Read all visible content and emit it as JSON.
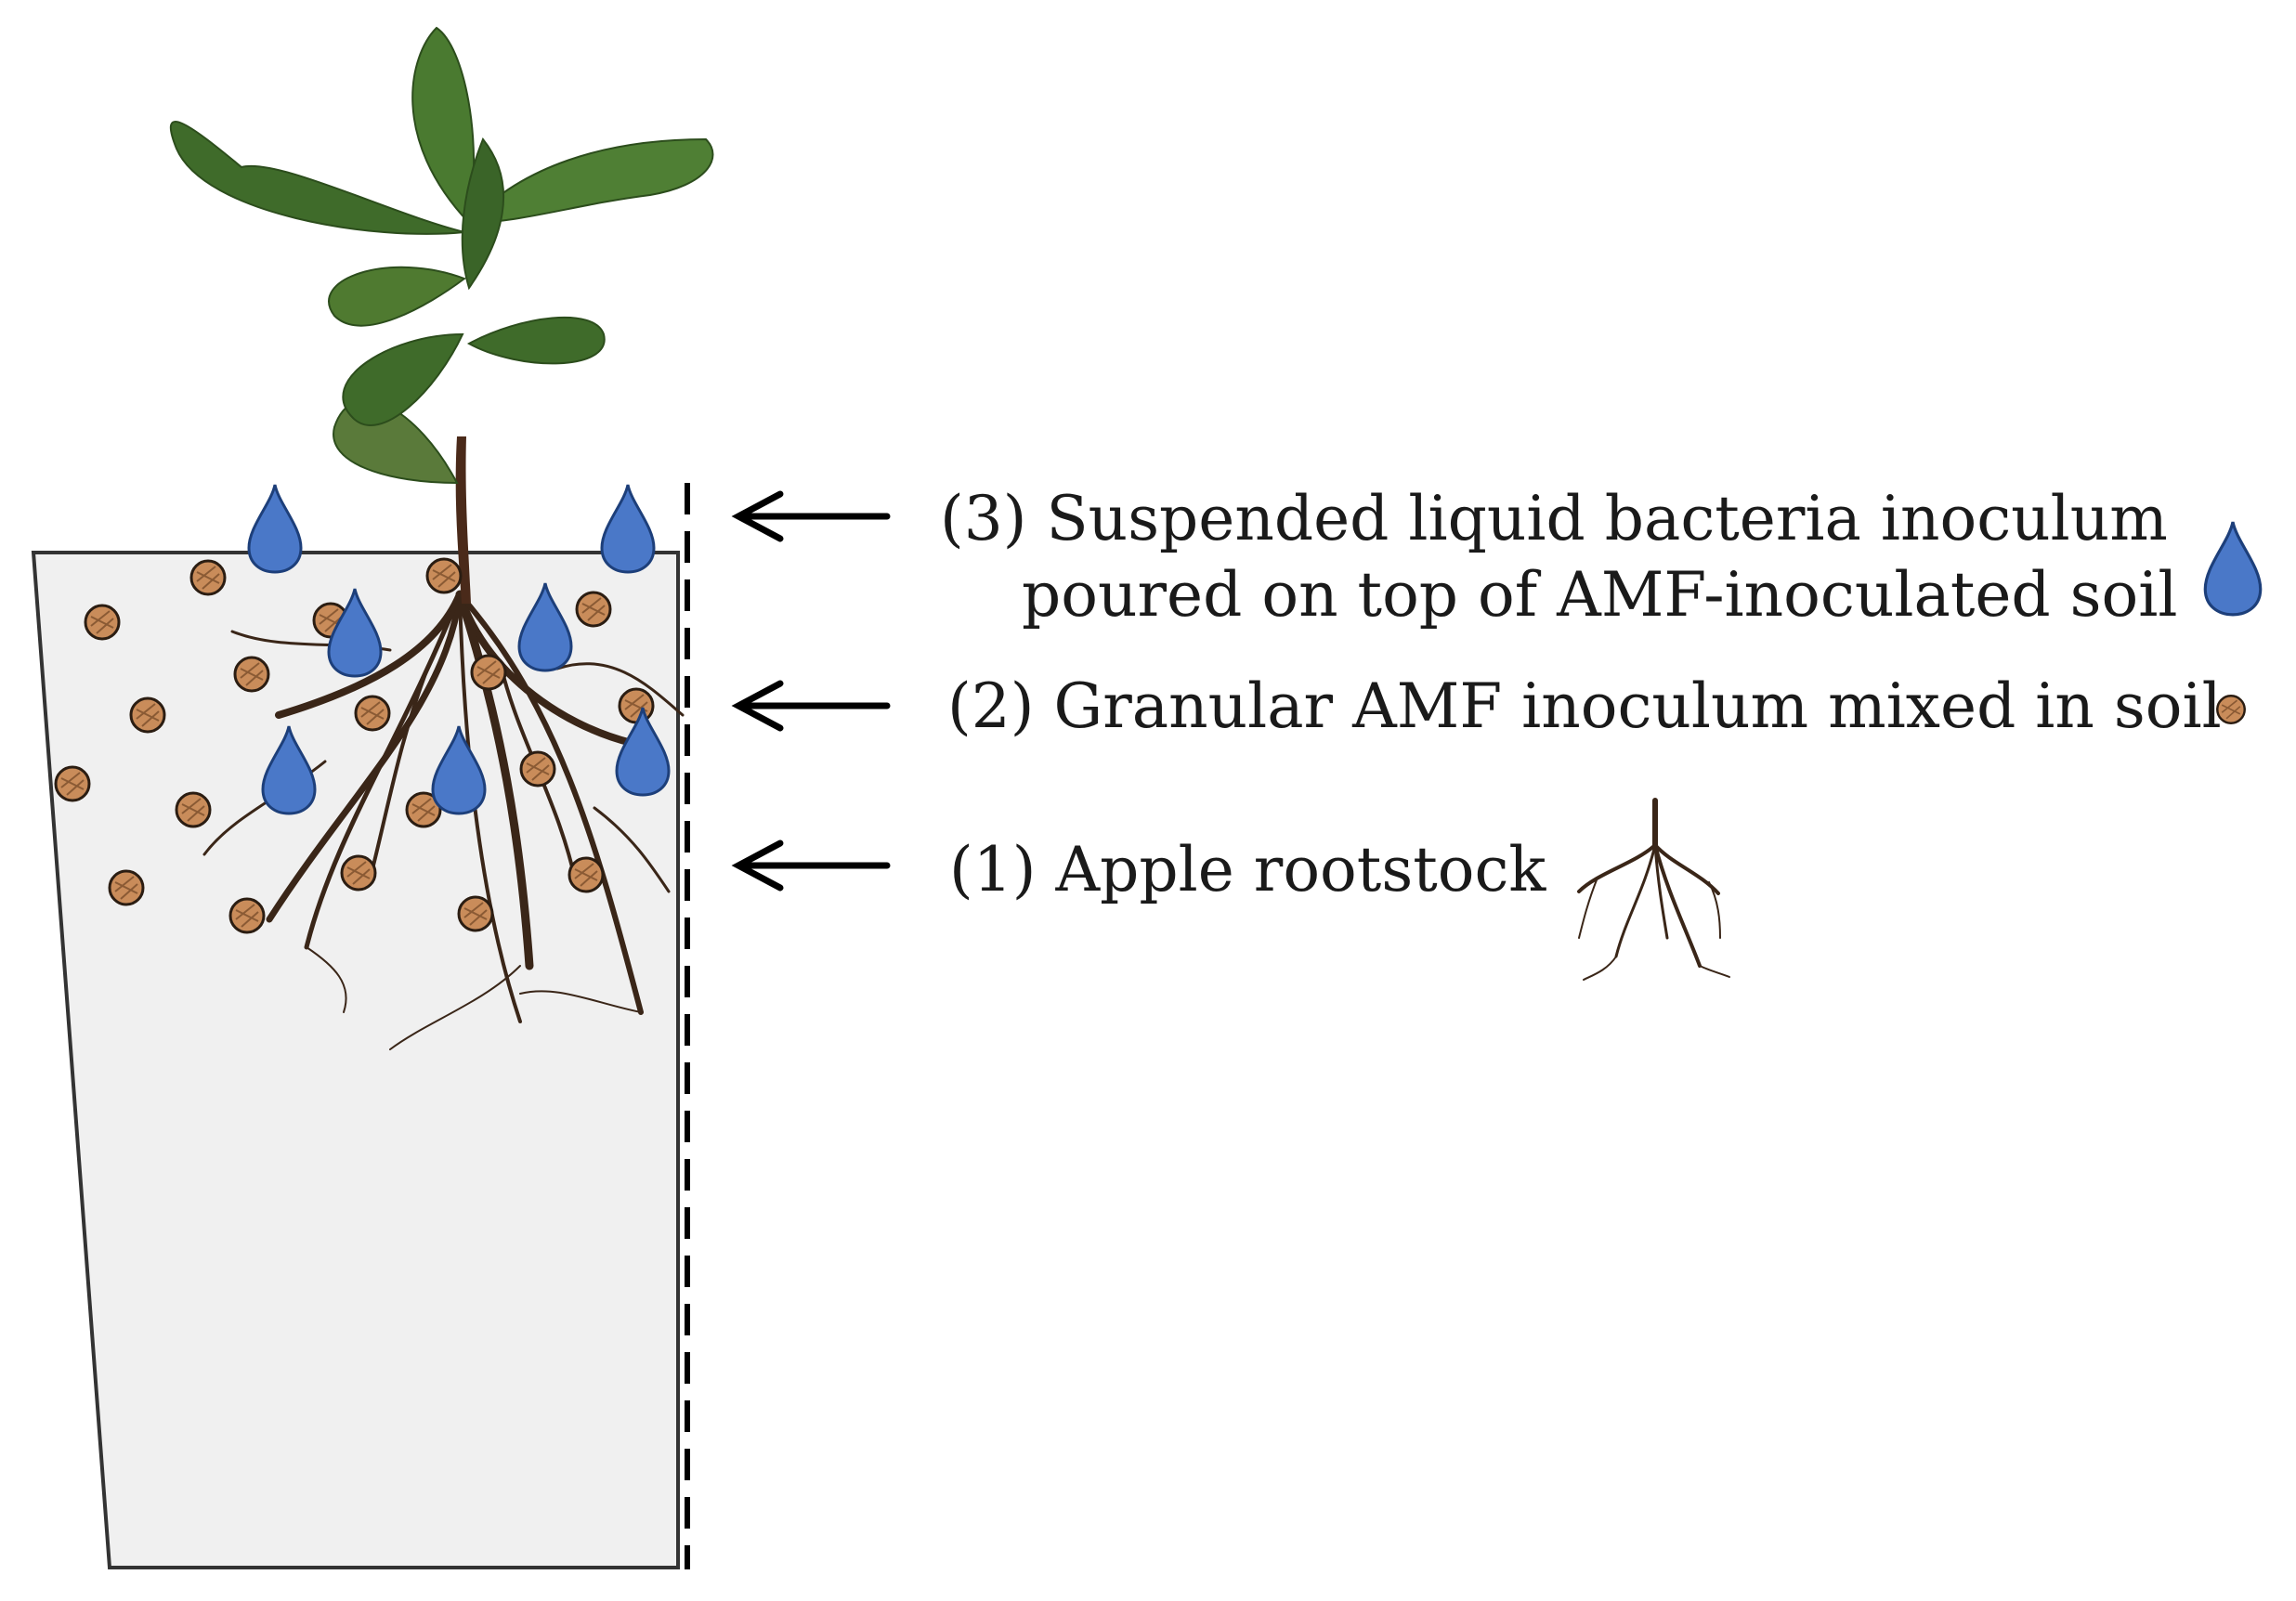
{
  "diagram": {
    "labels": {
      "step3_line1": "(3) Suspended liquid bacteria inoculum",
      "step3_line2": "poured on top of AMF-inoculated soil",
      "step2": "(2) Granular AMF inoculum mixed in soil",
      "step1": "(1) Apple rootstock"
    },
    "legend_icons": {
      "bacteria": "water-drop-icon",
      "amf": "amf-granule-icon",
      "rootstock": "rootstock-icon"
    },
    "colors": {
      "pot_fill": "#f0f0f0",
      "drop": "#4a78c8",
      "granule": "#c98c5a",
      "leaf": "#3f6b2a",
      "root": "#3a2618"
    }
  }
}
